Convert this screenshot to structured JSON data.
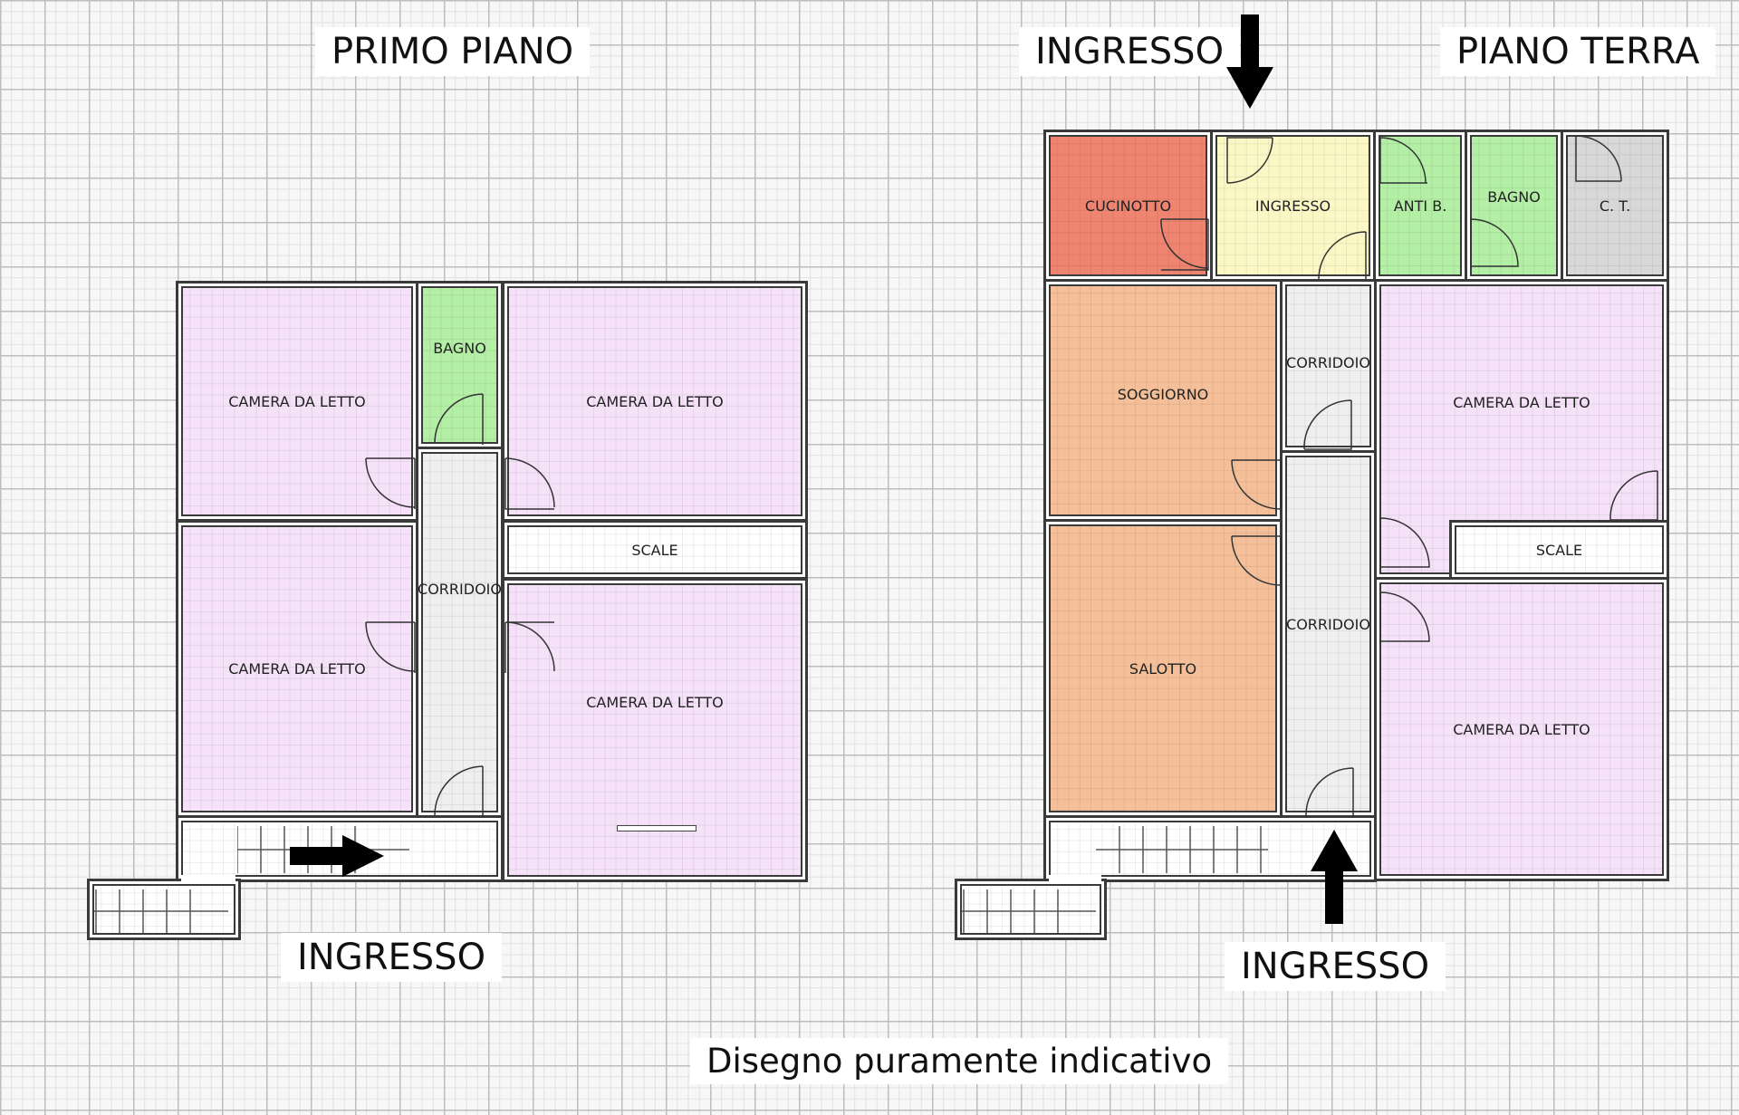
{
  "title_left": "PRIMO PIANO",
  "title_right": "PIANO TERRA",
  "entrance_label": "INGRESSO",
  "footer_note": "Disegno puramente indicativo",
  "primo_piano": {
    "bedroom_1": "CAMERA DA LETTO",
    "bathroom": "BAGNO",
    "bedroom_2": "CAMERA DA LETTO",
    "stairs": "SCALE",
    "corridor": "CORRIDOIO",
    "bedroom_3": "CAMERA DA LETTO",
    "bedroom_4": "CAMERA DA LETTO"
  },
  "piano_terra": {
    "kitchenette": "CUCINOTTO",
    "entrance": "INGRESSO",
    "antibagno": "ANTI B.",
    "bathroom": "BAGNO",
    "boiler_room": "C. T.",
    "living_room": "SOGGIORNO",
    "corridor_top": "CORRIDOIO",
    "bedroom_1": "CAMERA DA LETTO",
    "stairs": "SCALE",
    "lounge": "SALOTTO",
    "corridor_bottom": "CORRIDOIO",
    "bedroom_2": "CAMERA DA LETTO"
  },
  "colors": {
    "bedroom": "#f5e2f9",
    "bathroom": "#b4efa6",
    "corridor": "#efefef",
    "kitchenette": "#ef8470",
    "entrance": "#fbf8c6",
    "boiler_room": "#d8d8d8",
    "living": "#f5c099"
  }
}
